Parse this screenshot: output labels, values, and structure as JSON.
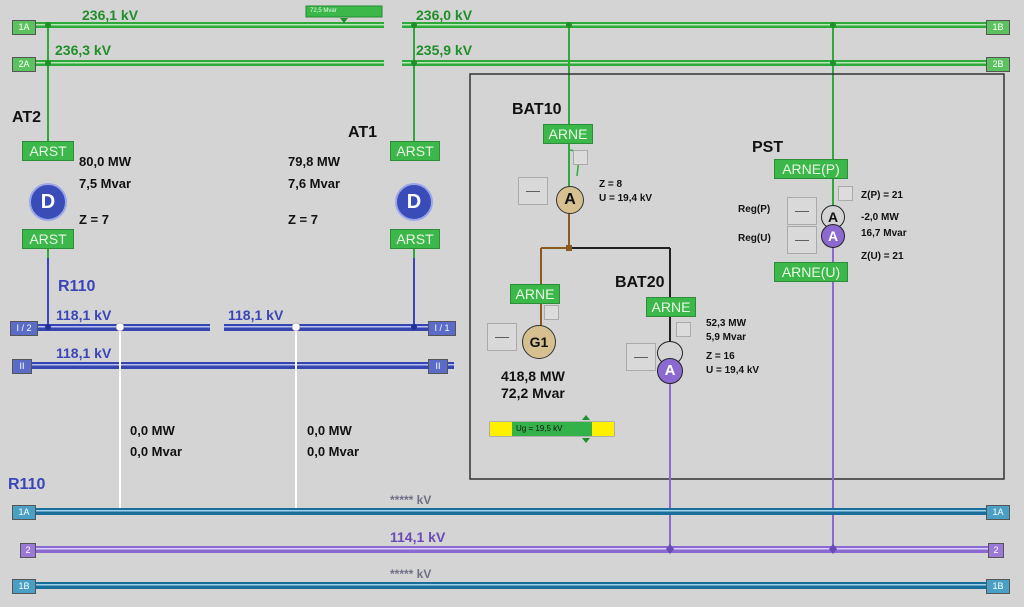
{
  "top_bus": {
    "bar_1a": {
      "left_label": "1A",
      "right_label": "1B",
      "left_kv": "236,1 kV",
      "right_kv": "236,0 kV"
    },
    "bar_2a": {
      "left_label": "2A",
      "right_label": "2B",
      "left_kv": "236,3 kV",
      "right_kv": "235,9 kV"
    },
    "coupler_label": "72,5 Mvar"
  },
  "at2": {
    "name": "AT2",
    "upper_label": "ARST",
    "lower_label": "ARST",
    "symbol": "D",
    "p": "80,0 MW",
    "q": "7,5 Mvar",
    "z": "Z = 7"
  },
  "at1": {
    "name": "AT1",
    "upper_label": "ARST",
    "lower_label": "ARST",
    "symbol": "D",
    "p": "79,8 MW",
    "q": "7,6 Mvar",
    "z": "Z = 7"
  },
  "r110_upper": {
    "name": "R110",
    "bar_i2": {
      "left_label": "I / 2",
      "right_label": "",
      "kv": "118,1 kV"
    },
    "bar_i1": {
      "left_label": "",
      "right_label": "I / 1",
      "kv": "118,1 kV"
    },
    "bar_ii": {
      "left_label": "II",
      "right_label": "II",
      "kv": "118,1 kV"
    }
  },
  "feeders": [
    {
      "p": "0,0 MW",
      "q": "0,0 Mvar"
    },
    {
      "p": "0,0 MW",
      "q": "0,0 Mvar"
    }
  ],
  "bat10": {
    "name": "BAT10",
    "label": "ARNE",
    "symbol": "A",
    "btn": "—",
    "z": "Z = 8",
    "u": "U = 19,4 kV"
  },
  "g1": {
    "label": "ARNE",
    "symbol": "G1",
    "btn": "—",
    "p": "418,8 MW",
    "q": "72,2 Mvar",
    "slider_label": "Ug = 19,5 kV"
  },
  "bat20": {
    "name": "BAT20",
    "label": "ARNE",
    "symbol": "A",
    "btn": "—",
    "p": "52,3 MW",
    "q": "5,9 Mvar",
    "z": "Z = 16",
    "u": "U = 19,4 kV"
  },
  "pst": {
    "name": "PST",
    "label_top": "ARNE(P)",
    "label_bottom": "ARNE(U)",
    "symbol_top": "A",
    "symbol_bottom": "A",
    "reg_p": "Reg(P)",
    "reg_u": "Reg(U)",
    "btn": "—",
    "zp": "Z(P) = 21",
    "p": "-2,0 MW",
    "q": "16,7 Mvar",
    "zu": "Z(U) = 21"
  },
  "r110_lower": {
    "name": "R110",
    "bar_1a": {
      "left_label": "1A",
      "right_label": "1A",
      "kv": "***** kV"
    },
    "bar_2": {
      "left_label": "2",
      "right_label": "2",
      "kv": "114,1 kV"
    },
    "bar_1b": {
      "left_label": "1B",
      "right_label": "1B",
      "kv": "***** kV"
    }
  },
  "colors": {
    "green": "#1f8f2a",
    "blue": "#3a46b8",
    "purple": "#8a6ad0",
    "cyan": "#1a6e9a",
    "brown": "#8a5a1e"
  }
}
